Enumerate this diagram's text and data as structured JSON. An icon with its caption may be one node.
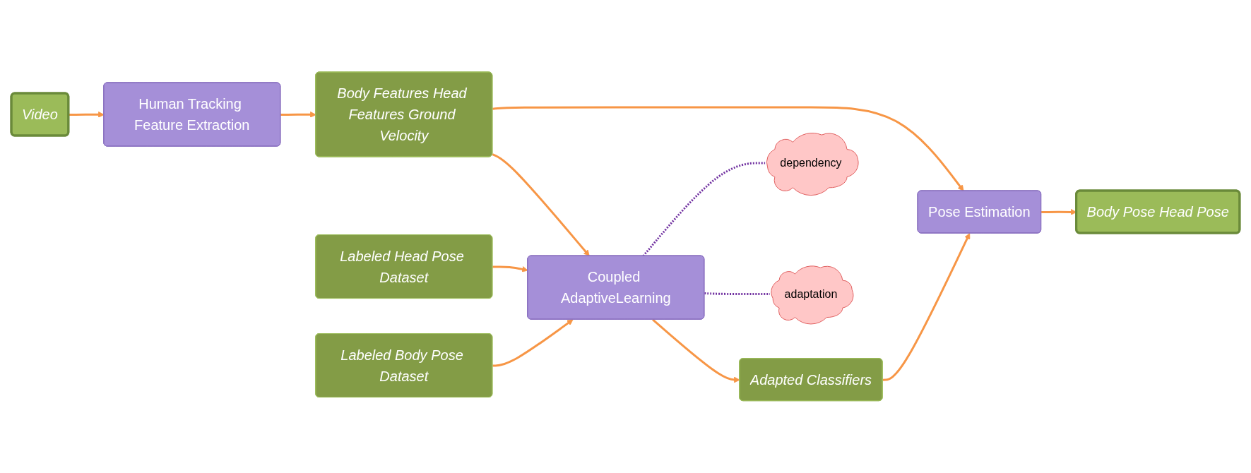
{
  "diagram": {
    "nodes": [
      {
        "text": [
          "Video"
        ]
      },
      {
        "text": [
          "Human Tracking Feature Extraction"
        ]
      },
      {
        "text": [
          "Body Features Head Features Ground Velocity"
        ]
      },
      {
        "text": [
          "Pose Estimation"
        ]
      },
      {
        "text": [
          "Body Pose Head Pose"
        ]
      },
      {
        "text": [
          "Adapted Classifiers"
        ]
      },
      {
        "text": [
          "Coupled AdaptiveLearning"
        ]
      },
      {
        "text": [
          "dependency"
        ]
      },
      {
        "text": [
          "adaptation"
        ]
      },
      {
        "text": [
          "Labeled Head Pose Dataset"
        ]
      },
      {
        "text": [
          "Labeled Body Pose Dataset"
        ]
      }
    ],
    "edges": [
      {
        "from": 0,
        "to": 1,
        "arrow": "to"
      },
      {
        "from": 1,
        "to": 2,
        "arrow": "to"
      },
      {
        "from": 2,
        "to": 3,
        "arrow": "to"
      },
      {
        "from": 2,
        "to": 6,
        "arrow": "to"
      },
      {
        "from": 6,
        "to": 5,
        "arrow": "to"
      },
      {
        "from": 5,
        "to": 3,
        "arrow": "to"
      },
      {
        "from": 3,
        "to": 4,
        "arrow": "to"
      },
      {
        "from": 6,
        "to": 7,
        "arrow": "none",
        "style": "dashed",
        "color": "#7030a0"
      },
      {
        "from": 6,
        "to": 8,
        "arrow": "none",
        "style": "dashed",
        "color": "#7030a0"
      },
      {
        "from": 9,
        "to": 6,
        "arrow": "to"
      },
      {
        "from": 10,
        "to": 6,
        "arrow": "to"
      }
    ]
  }
}
